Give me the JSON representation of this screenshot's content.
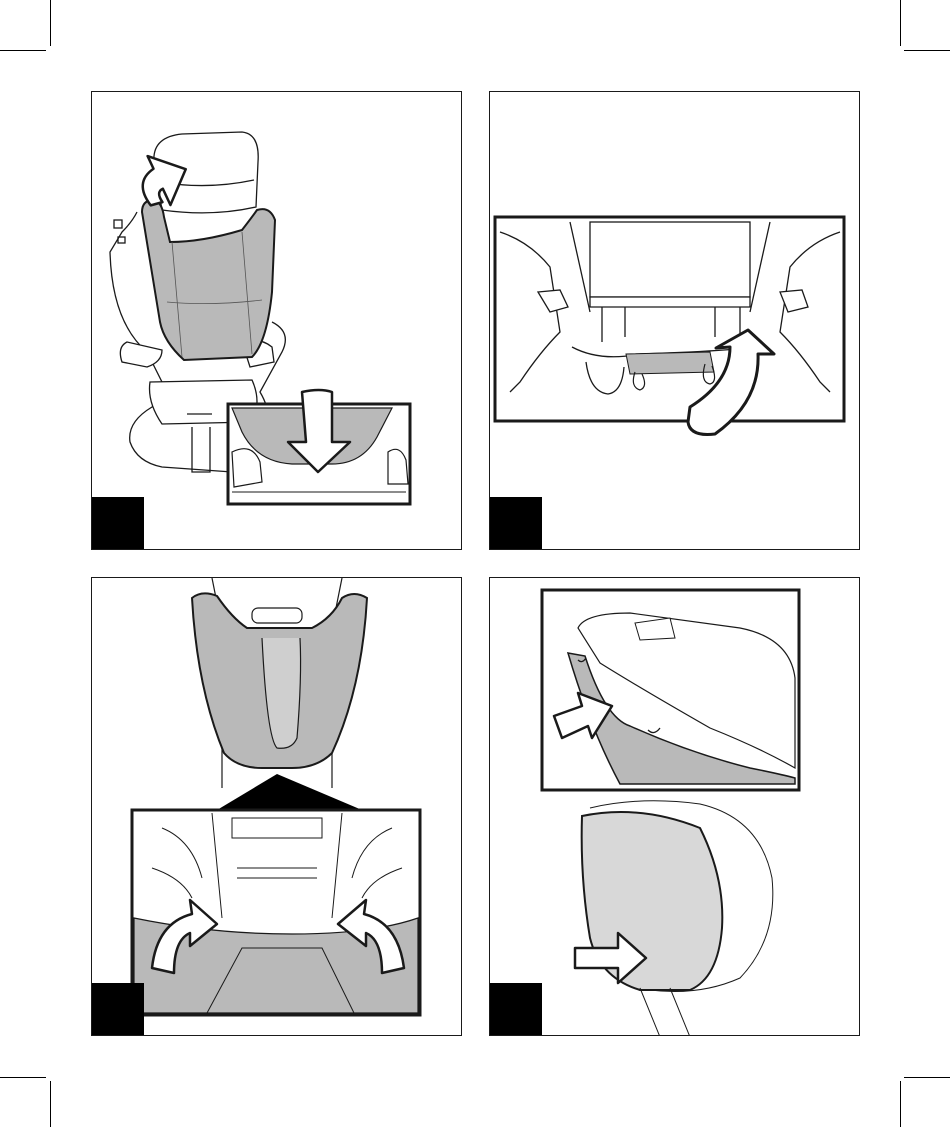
{
  "page": {
    "colors": {
      "ink": "#1a1a1a",
      "cover_fill": "#b9b9b9",
      "light_fill": "#d8d8d8",
      "paper": "#ffffff",
      "step_badge": "#000000"
    }
  },
  "steps": [
    {
      "id": 1,
      "subject": "seat-back-cover-removal",
      "icons": [
        "curved-arrow-icon",
        "down-arrow-icon"
      ]
    },
    {
      "id": 2,
      "subject": "under-seat-hook-release",
      "icons": [
        "curved-up-arrow-icon"
      ]
    },
    {
      "id": 3,
      "subject": "seat-cover-lift",
      "icons": [
        "up-triangle-icon",
        "curved-arrow-left-icon",
        "curved-arrow-right-icon"
      ]
    },
    {
      "id": 4,
      "subject": "headrest-cover-tab",
      "icons": [
        "right-arrow-icon",
        "right-arrow-icon"
      ]
    }
  ]
}
